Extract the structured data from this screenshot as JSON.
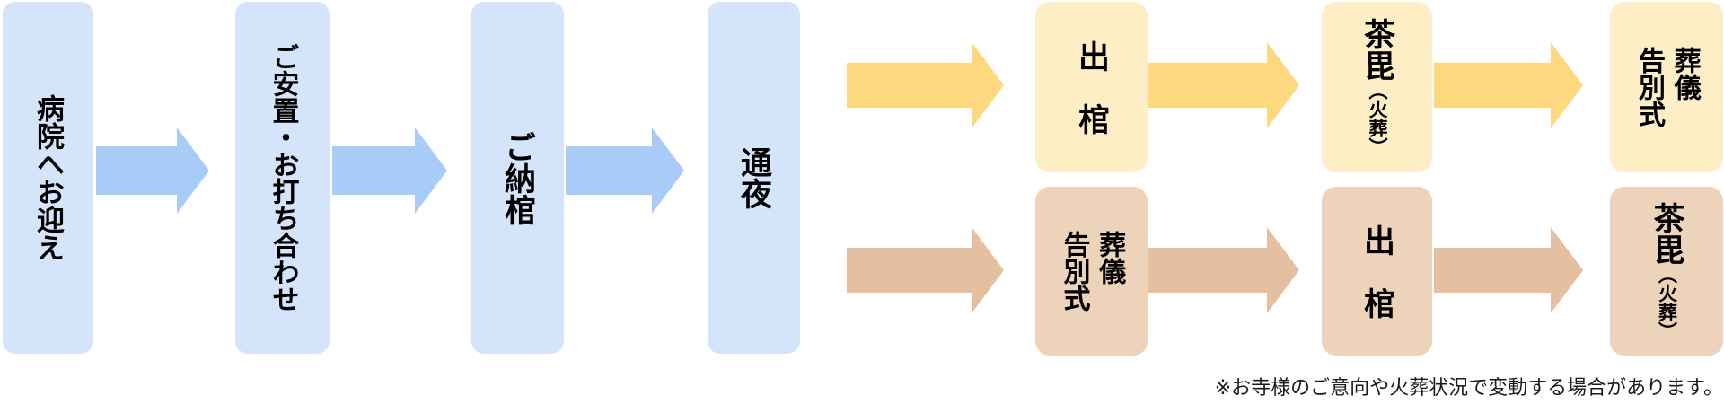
{
  "diagram_title": "funeral-process-flow",
  "colors": {
    "background": "#ffffff",
    "blue_box": "#d4e4fb",
    "blue_arrow": "#a9cbf8",
    "yellow_box": "#fdeec6",
    "yellow_arrow": "#fdd87f",
    "tan_box": "#ecd3b9",
    "tan_arrow": "#e5c0a0",
    "text": "#000000"
  },
  "main_flow": [
    {
      "label": "病院へお迎え"
    },
    {
      "label": "ご安置・お打ち合わせ"
    },
    {
      "label": "ご納棺"
    },
    {
      "label": "通夜"
    }
  ],
  "branch_top": {
    "steps": [
      {
        "label": "出　棺"
      },
      {
        "label": "茶毘",
        "sub": "︵火葬︶"
      },
      {
        "label": "葬儀\n告別式"
      }
    ]
  },
  "branch_bottom": {
    "steps": [
      {
        "label": "葬儀\n告別式"
      },
      {
        "label": "出　棺"
      },
      {
        "label": "茶毘",
        "sub": "︵火葬︶"
      }
    ]
  },
  "note": "※お寺様のご意向や火葬状況で変動する場合があります。"
}
